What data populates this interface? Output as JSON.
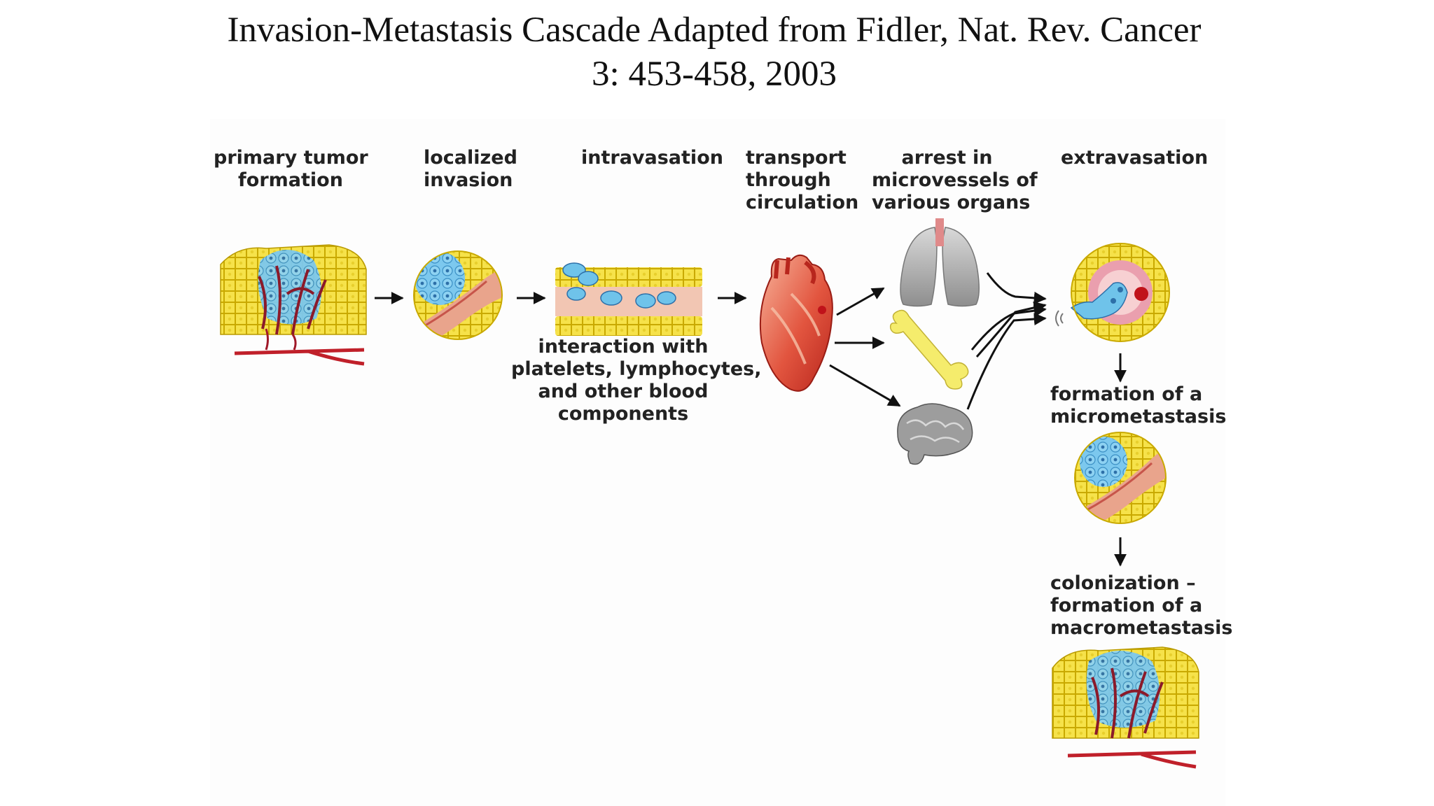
{
  "title": {
    "line1": "Invasion-Metastasis  Cascade Adapted from Fidler, Nat. Rev. Cancer",
    "line2": "3: 453-458, 2003"
  },
  "steps": {
    "primary_tumor": [
      "primary tumor",
      "formation"
    ],
    "localized_invasion": [
      "localized",
      "invasion"
    ],
    "intravasation": [
      "intravasation"
    ],
    "transport": [
      "transport",
      "through",
      "circulation"
    ],
    "arrest": [
      "arrest in",
      "microvessels of",
      "various organs"
    ],
    "extravasation": [
      "extravasation"
    ],
    "micrometastasis": [
      "formation of a",
      "micrometastasis"
    ],
    "colonization": [
      "colonization –",
      "formation of a",
      "macrometastasis"
    ]
  },
  "interaction_note": [
    "interaction with",
    "platelets, lymphocytes,",
    "and other blood",
    "components"
  ],
  "icons": [
    "tumor-tissue-icon",
    "invasion-circle-icon",
    "blood-vessel-icon",
    "heart-icon",
    "lung-icon",
    "bone-icon",
    "brain-icon",
    "extravasation-circle-icon",
    "micrometastasis-circle-icon",
    "macrometastasis-tissue-icon"
  ],
  "colors": {
    "cell_yellow": "#f3e04a",
    "tumor_blue": "#6fc3ea",
    "vessel_red": "#c0202a",
    "vessel_pink": "#e9a48c",
    "arrow": "#111111"
  }
}
